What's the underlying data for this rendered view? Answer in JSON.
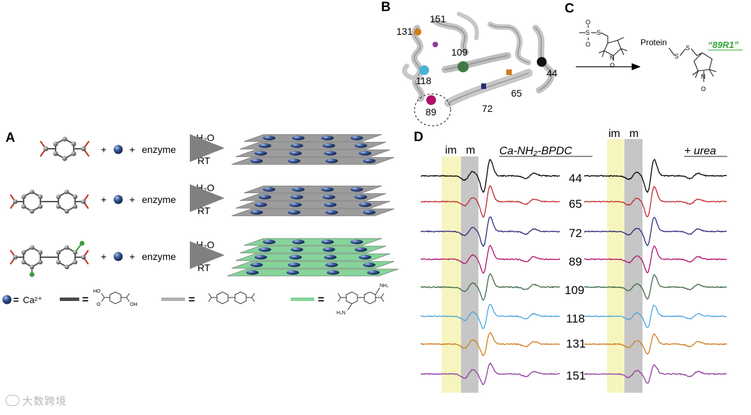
{
  "panels": {
    "A": "A",
    "B": "B",
    "C": "C",
    "D": "D"
  },
  "panelA": {
    "rows": [
      {
        "plus_ion": "+",
        "plus2": "+",
        "enzyme": "enzyme",
        "solvent": "H₂O",
        "temp": "RT",
        "color": "#9c9c9c"
      },
      {
        "plus_ion": "+",
        "plus2": "+",
        "enzyme": "enzyme",
        "solvent": "H₂O",
        "temp": "RT",
        "color": "#9c9c9c"
      },
      {
        "plus_ion": "+",
        "plus2": "+",
        "enzyme": "enzyme",
        "solvent": "H₂O",
        "temp": "RT",
        "color": "#86d49a"
      }
    ],
    "legend": {
      "ion_eq": "=",
      "ion_label": "Ca²⁺",
      "eq1": "=",
      "eq2": "=",
      "eq3": "=",
      "ho": "HO",
      "oh": "OH",
      "o": "O",
      "nh2": "NH₂",
      "h2n": "H₂N"
    }
  },
  "panelB": {
    "labels": [
      "131",
      "151",
      "109",
      "118",
      "44",
      "65",
      "89",
      "72"
    ]
  },
  "panelC": {
    "protein": "Protein",
    "product": "“89R1”",
    "s": "S",
    "n": "N",
    "o": "O"
  },
  "panelD": {
    "im": "im",
    "m": "m",
    "title_left": "Ca-NH₂-BPDC",
    "title_right": "+ urea",
    "sites": [
      "44",
      "65",
      "72",
      "89",
      "109",
      "118",
      "131",
      "151"
    ],
    "colors": [
      "#000000",
      "#c0282c",
      "#2b2a7a",
      "#b0106e",
      "#3f6a46",
      "#4aa3dc",
      "#d07a1c",
      "#8e3d9c"
    ],
    "im_color": "#f7f5bf",
    "m_color": "#c6c6c6"
  },
  "watermark": "大数跨境",
  "colors": {
    "ca_ball": "#3a5a9c",
    "green_label": "#33a532",
    "arrow": "#808080"
  }
}
